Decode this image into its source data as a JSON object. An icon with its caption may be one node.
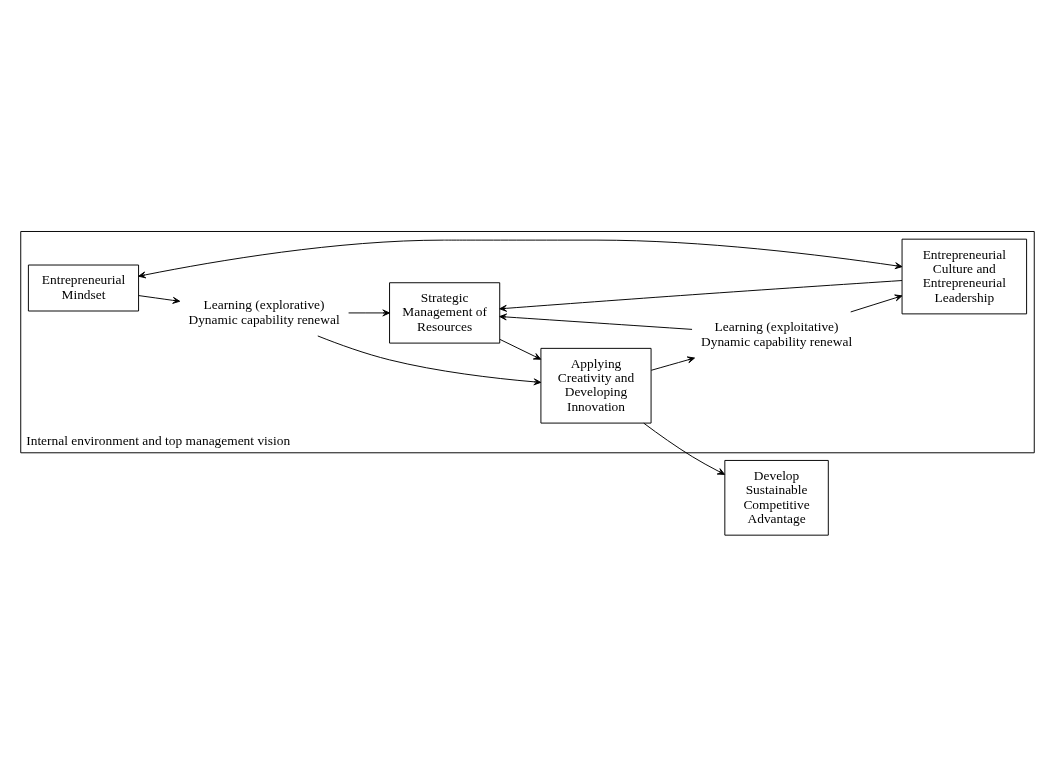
{
  "diagram": {
    "nodes": [
      {
        "text": [
          "Internal environment and top management vision"
        ]
      },
      {
        "text": [
          "Learning (explorative) Dynamic capability renewal"
        ],
        "in": 0
      },
      {
        "text": [
          "Entrepreneurial Mindset"
        ],
        "in": 0
      },
      {
        "text": [
          "Strategic Management of Resources"
        ],
        "in": 0
      },
      {
        "text": [
          "Applying Creativity and Developing Innovation"
        ],
        "in": 0
      },
      {
        "text": [
          "Develop Sustainable Competitive Advantage"
        ]
      },
      {
        "text": [
          "Entrepreneurial Culture and Entrepreneurial Leadership"
        ],
        "in": 0
      },
      {
        "text": [
          "Learning (exploitative) Dynamic capability renewal"
        ],
        "in": 0
      }
    ],
    "edges": [
      {
        "from": 2,
        "to": 1,
        "arrow": "to"
      },
      {
        "from": 1,
        "to": 3,
        "arrow": "to"
      },
      {
        "from": 1,
        "to": 4,
        "arrow": "to"
      },
      {
        "from": 2,
        "to": 6,
        "arrow": "both"
      },
      {
        "from": 6,
        "to": 3,
        "arrow": "to"
      },
      {
        "from": 7,
        "to": 3,
        "arrow": "to"
      },
      {
        "from": 3,
        "to": 4,
        "arrow": "to"
      },
      {
        "from": 4,
        "to": 7,
        "arrow": "to"
      },
      {
        "from": 7,
        "to": 6,
        "arrow": "to"
      },
      {
        "from": 4,
        "to": 5,
        "arrow": "to"
      }
    ]
  }
}
